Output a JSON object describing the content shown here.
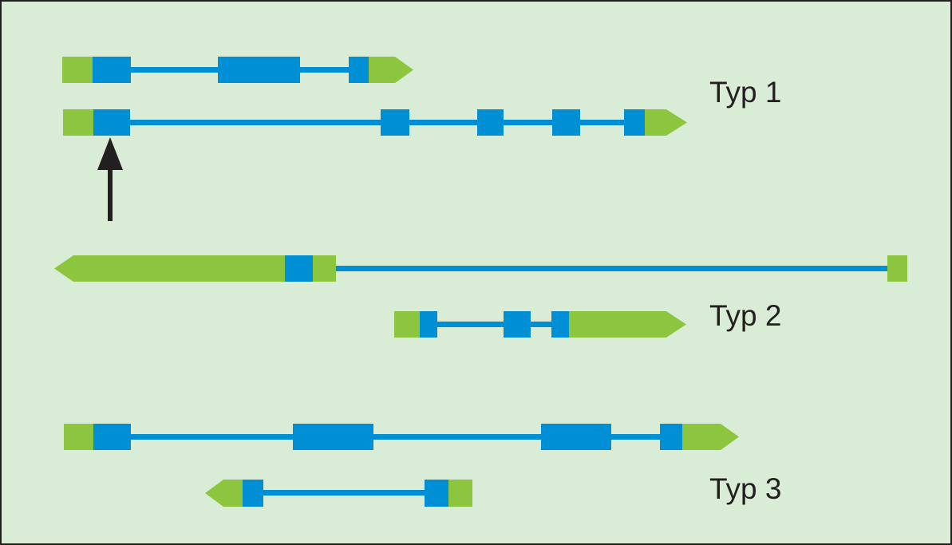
{
  "labels": {
    "type1": "Typ 1",
    "type2": "Typ 2",
    "type3": "Typ 3"
  },
  "colors": {
    "background": "#d9ecd6",
    "exon_coding": "#008fd5",
    "utr": "#8cc63f",
    "intron": "#008fd5",
    "arrow": "#231f20",
    "border": "#231f20"
  }
}
